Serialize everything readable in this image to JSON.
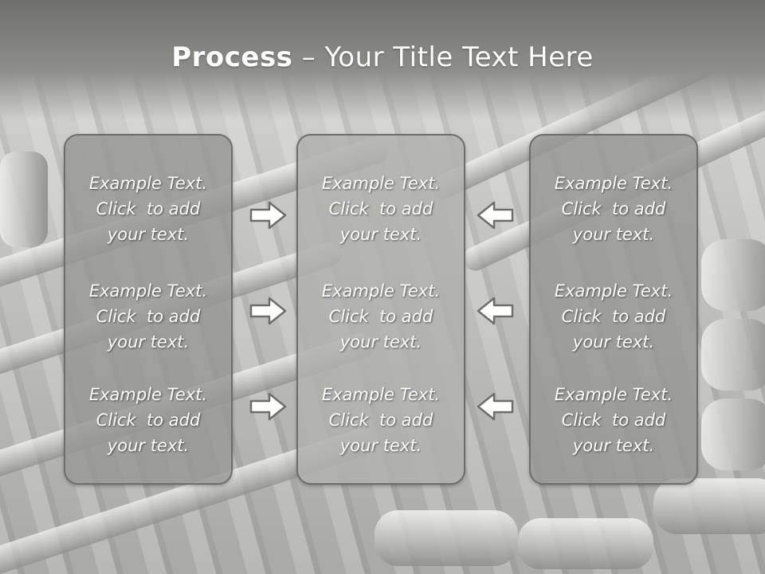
{
  "title": {
    "bold": "Process",
    "rest": " – Your Title Text Here"
  },
  "columns": [
    {
      "items": [
        {
          "line1": "Example Text.",
          "line2": "Click  to add",
          "line3": "your text."
        },
        {
          "line1": "Example Text.",
          "line2": "Click  to add",
          "line3": "your text."
        },
        {
          "line1": "Example Text.",
          "line2": "Click  to add",
          "line3": "your text."
        }
      ]
    },
    {
      "items": [
        {
          "line1": "Example Text.",
          "line2": "Click  to add",
          "line3": "your text."
        },
        {
          "line1": "Example Text.",
          "line2": "Click  to add",
          "line3": "your text."
        },
        {
          "line1": "Example Text.",
          "line2": "Click  to add",
          "line3": "your text."
        }
      ]
    },
    {
      "items": [
        {
          "line1": "Example Text.",
          "line2": "Click  to add",
          "line3": "your text."
        },
        {
          "line1": "Example Text.",
          "line2": "Click  to add",
          "line3": "your text."
        },
        {
          "line1": "Example Text.",
          "line2": "Click  to add",
          "line3": "your text."
        }
      ]
    }
  ],
  "arrows": [
    {
      "icon": "arrow-right-icon"
    },
    {
      "icon": "arrow-right-icon"
    },
    {
      "icon": "arrow-right-icon"
    },
    {
      "icon": "arrow-left-icon"
    },
    {
      "icon": "arrow-left-icon"
    },
    {
      "icon": "arrow-left-icon"
    }
  ],
  "colors": {
    "title_bar": "#7a7a77",
    "panel": "#969692",
    "panel_border": "#6d6d6a",
    "text": "#ffffff"
  }
}
